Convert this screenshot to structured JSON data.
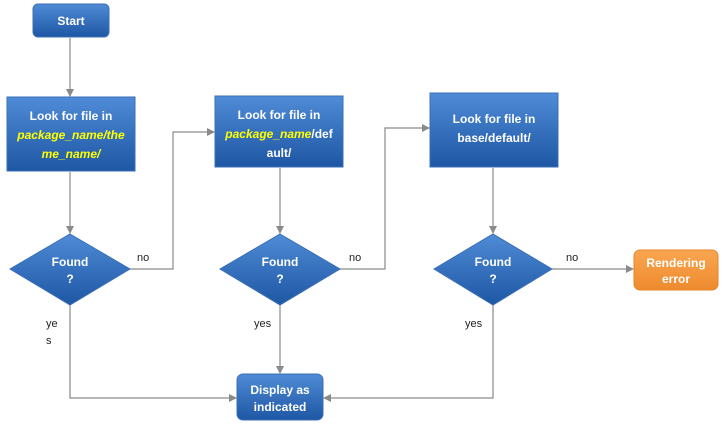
{
  "colors": {
    "node_fill_top": "#4a86d0",
    "node_fill_bottom": "#1f5aa8",
    "node_stroke": "#3b6fb6",
    "error_fill": "#f5963f",
    "edge": "#8a8a8a",
    "highlight": "#ffff00"
  },
  "nodes": {
    "start": {
      "label": "Start"
    },
    "look1": {
      "line1": "Look for file in",
      "line2a": "package_name/the",
      "line3a": "me_name/"
    },
    "look2": {
      "line1": "Look for file in",
      "line2a": "package_name",
      "line2b": "/def",
      "line3": "ault/"
    },
    "look3": {
      "line1": "Look for file in",
      "line2": "base/default/"
    },
    "found1": {
      "line1": "Found",
      "line2": "?"
    },
    "found2": {
      "line1": "Found",
      "line2": "?"
    },
    "found3": {
      "line1": "Found",
      "line2": "?"
    },
    "display": {
      "line1": "Display as",
      "line2": "indicated"
    },
    "error": {
      "line1": "Rendering",
      "line2": "error"
    }
  },
  "edges": {
    "no1": "no",
    "no2": "no",
    "no3": "no",
    "yes1a": "ye",
    "yes1b": "s",
    "yes2": "yes",
    "yes3": "yes"
  }
}
